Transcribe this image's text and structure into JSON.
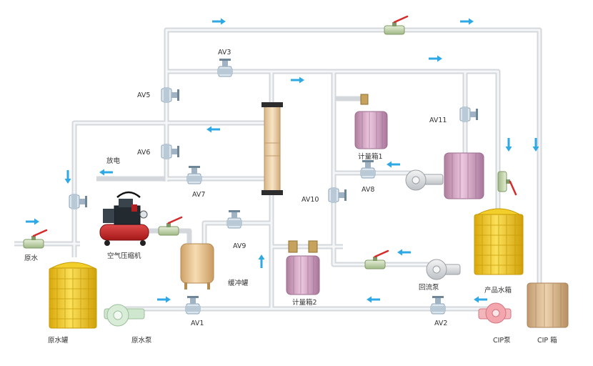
{
  "labels": {
    "av1": "AV1",
    "av2": "AV2",
    "av3": "AV3",
    "av5": "AV5",
    "av6": "AV6",
    "av7": "AV7",
    "av8": "AV8",
    "av9": "AV9",
    "av10": "AV10",
    "av11": "AV11",
    "raw_water": "原水",
    "raw_tank": "原水罐",
    "raw_pump": "原水泵",
    "air_compressor": "空气压缩机",
    "buffer_tank": "缓冲罐",
    "meter_tank_1": "计量箱1",
    "meter_tank_2": "计量箱2",
    "discharge": "放电",
    "return_pump": "回流泵",
    "product_tank": "产品水箱",
    "cip_pump": "CIP泵",
    "cip_tank": "CIP 箱"
  },
  "colors": {
    "pipe": "#d4d8dc",
    "arrow": "#2fa9e6",
    "yellow_tank": "#f2c618",
    "purple_tank": "#c89ab8",
    "beige_tank": "#e6c28e",
    "cip_pump": "#f0a0a8"
  }
}
